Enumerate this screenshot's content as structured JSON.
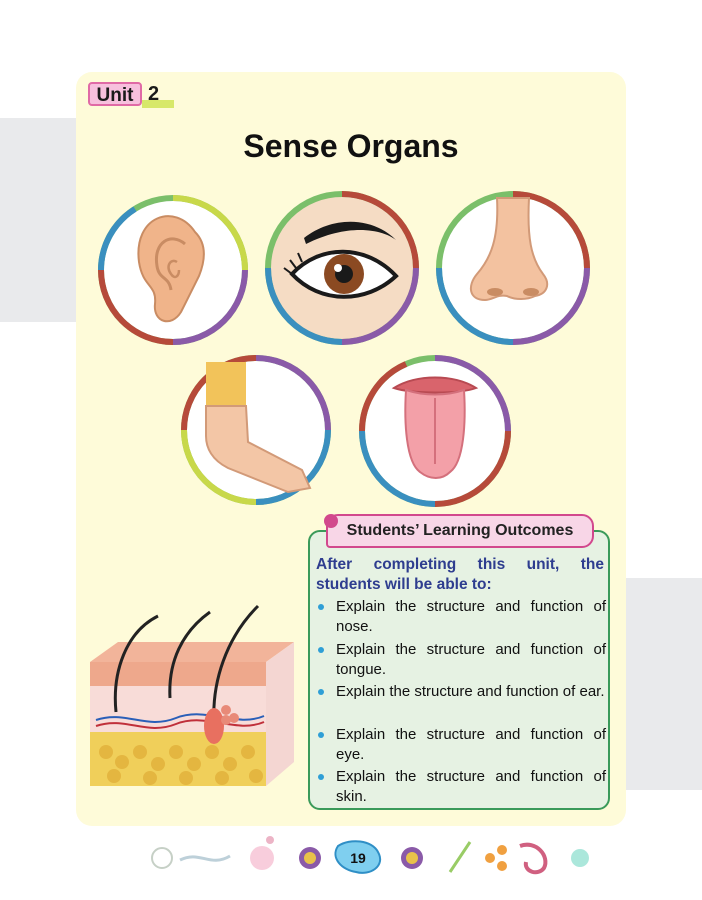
{
  "unit": {
    "label": "Unit",
    "number": "2"
  },
  "title": "Sense Organs",
  "organs": [
    {
      "icon": "ear-icon"
    },
    {
      "icon": "eye-icon"
    },
    {
      "icon": "nose-icon"
    },
    {
      "icon": "skin-arm-icon"
    },
    {
      "icon": "tongue-icon"
    }
  ],
  "outcomes": {
    "heading": "Students’ Learning Outcomes",
    "intro": "After completing this unit, the students will be able to:",
    "items": [
      "Explain the structure and function of nose.",
      "Explain the structure and function of tongue.",
      "Explain the structure and function of ear.",
      "Explain the structure and function of eye.",
      "Explain the structure and function of skin."
    ]
  },
  "illustration": {
    "icon": "skin-cross-section-icon"
  },
  "page_number": "19",
  "colors": {
    "page_bg": "#fefbd9",
    "unit_badge": "#f7c0dd",
    "outcomes_border": "#3a9a5a",
    "intro_text": "#2e3d8f"
  }
}
